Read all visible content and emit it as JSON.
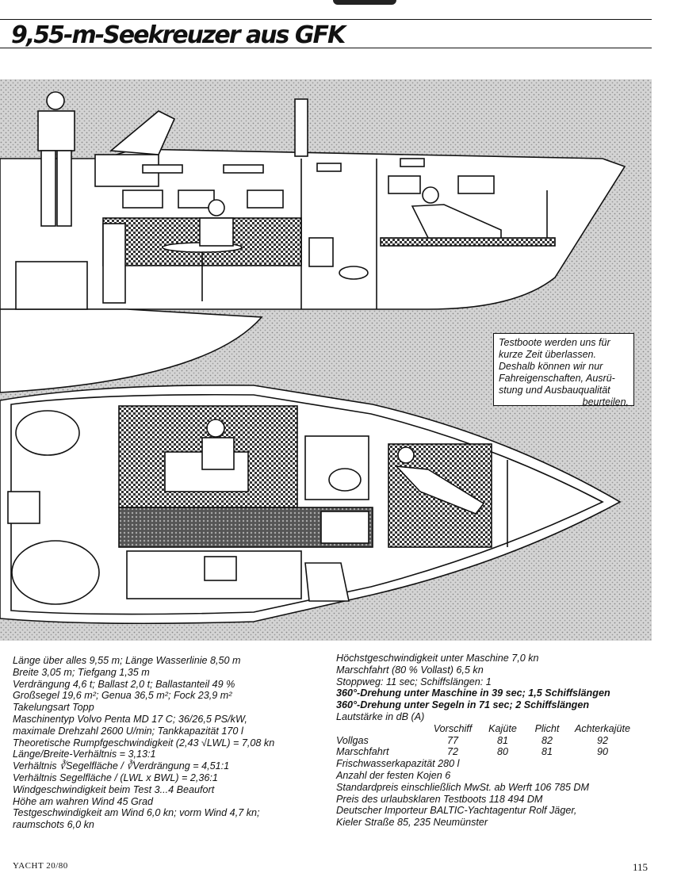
{
  "header": {
    "title": "9,55-m-Seekreuzer aus GFK"
  },
  "infobox": {
    "lines": [
      "Testboote werden uns für",
      "kurze Zeit überlassen.",
      "Deshalb können wir nur",
      "Fahreigenschaften, Ausrü-",
      "stung und Ausbauqualität",
      "beurteilen."
    ]
  },
  "specs_left": [
    "Länge über alles 9,55 m; Länge Wasserlinie 8,50 m",
    "Breite 3,05 m; Tiefgang 1,35 m",
    "Verdrängung 4,6 t; Ballast 2,0 t; Ballastanteil 49 %",
    "Großsegel 19,6 m²; Genua 36,5 m²; Fock 23,9 m²",
    "Takelungsart Topp",
    "Maschinentyp Volvo Penta MD 17 C; 36/26,5 PS/kW,",
    "maximale Drehzahl 2600 U/min; Tankkapazität 170 l",
    "Theoretische Rumpfgeschwindigkeit (2,43 √LWL) = 7,08 kn",
    "Länge/Breite-Verhältnis = 3,13:1",
    "Verhältnis ∛Segelfläche / ∛Verdrängung = 4,51:1",
    "Verhältnis Segelfläche / (LWL x BWL) = 2,36:1",
    "Windgeschwindigkeit beim Test 3...4 Beaufort",
    "Höhe am wahren Wind 45 Grad",
    "Testgeschwindigkeit am Wind 6,0 kn; vorm Wind 4,7 kn;",
    "raumschots 6,0 kn"
  ],
  "specs_right_top": [
    "Höchstgeschwindigkeit unter Maschine 7,0 kn",
    "Marschfahrt (80 % Vollast) 6,5 kn",
    "Stoppweg: 11 sec; Schiffslängen: 1"
  ],
  "specs_right_bold": [
    "360°-Drehung unter Maschine in 39 sec; 1,5 Schiffslängen",
    "360°-Drehung unter Segeln in 71 sec; 2 Schiffslängen"
  ],
  "specs_right_mid": [
    "Lautstärke in dB (A)"
  ],
  "db_table": {
    "headers": [
      "",
      "Vorschiff",
      "Kajüte",
      "Plicht",
      "Achterkajüte"
    ],
    "rows": [
      [
        "Vollgas",
        "77",
        "81",
        "82",
        "92"
      ],
      [
        "Marschfahrt",
        "72",
        "80",
        "81",
        "90"
      ]
    ]
  },
  "specs_right_bottom": [
    "Frischwasserkapazität 280 l",
    "Anzahl der festen Kojen 6",
    "Standardpreis einschließlich MwSt. ab Werft 106 785 DM",
    "Preis des urlaubsklaren Testboots 118 494 DM",
    "Deutscher Importeur BALTIC-Yachtagentur Rolf Jäger,",
    "Kieler Straße 85, 235 Neumünster"
  ],
  "footer": {
    "left": "YACHT 20/80",
    "page_number": "115"
  }
}
